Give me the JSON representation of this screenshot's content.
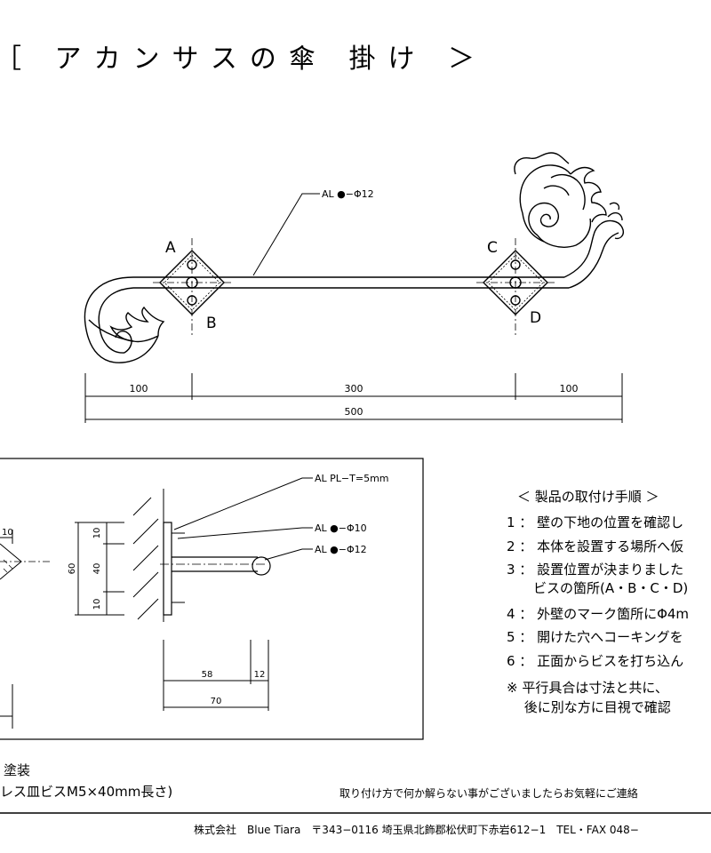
{
  "title": "［ アカンサスの傘 掛け ＞",
  "front_view": {
    "callout_main": "AL ●−Φ12",
    "points": {
      "a": "A",
      "b": "B",
      "c": "C",
      "d": "D"
    },
    "dims": {
      "left": "100",
      "middle": "300",
      "right": "100",
      "total": "500"
    }
  },
  "detail_view": {
    "callout_plate": "AL PL−T=5mm",
    "callout_bar10": "AL ●−Φ10",
    "callout_bar12": "AL ●−Φ12",
    "left_dim": "10",
    "dims": {
      "top10": "10",
      "total60": "60",
      "mid40": "40",
      "bottom10": "10",
      "depth58": "58",
      "radius12": "12",
      "depth70": "70"
    }
  },
  "instructions": {
    "heading": "＜ 製品の取付け手順 ＞",
    "steps": [
      "1 ： 壁の下地の位置を確認し",
      "2 ： 本体を設置する場所へ仮",
      "3 ： 設置位置が決まりました",
      "　　ビスの箇所(A・B・C・D)",
      "4 ： 外壁のマーク箇所にΦ4m",
      "5 ： 開けた穴へコーキングを",
      "6 ： 正面からビスを打ち込ん"
    ],
    "note_lines": [
      "※ 平行具合は寸法と共に、",
      "　 後に別な方に目視で確認"
    ]
  },
  "spec": {
    "finish": "塗装",
    "screws": "レス皿ビスM5×40mm長さ)"
  },
  "contact_note": "取り付け方で何か解らない事がございましたらお気軽にご連絡",
  "footer": "株式会社　Blue Tiara　〒343−0116 埼玉県北飾郡松伏町下赤岩612−1　TEL・FAX 048−"
}
